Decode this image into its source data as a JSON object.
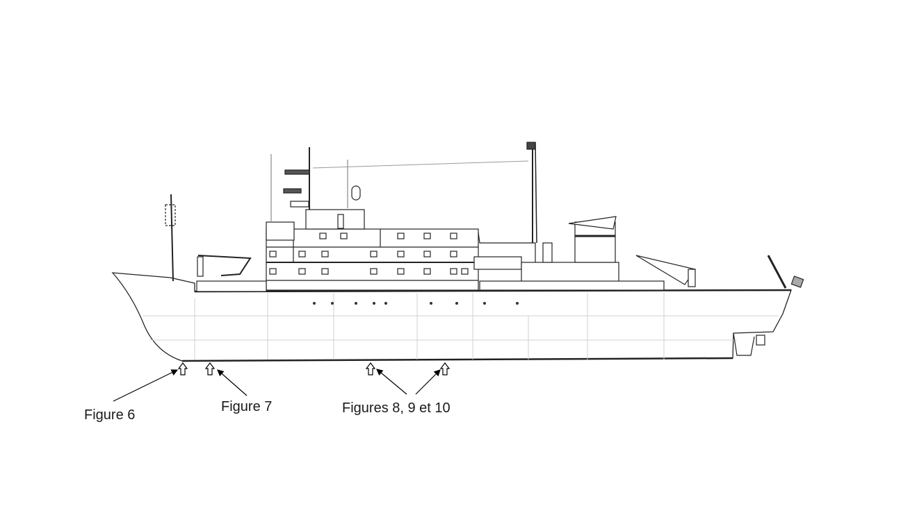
{
  "labels": {
    "figure6": "Figure 6",
    "figure7": "Figure 7",
    "figures8_9_10": "Figures 8, 9 et 10"
  },
  "colors": {
    "line": "#222222",
    "faint": "#c8c8c8",
    "arrow": "#000000"
  }
}
